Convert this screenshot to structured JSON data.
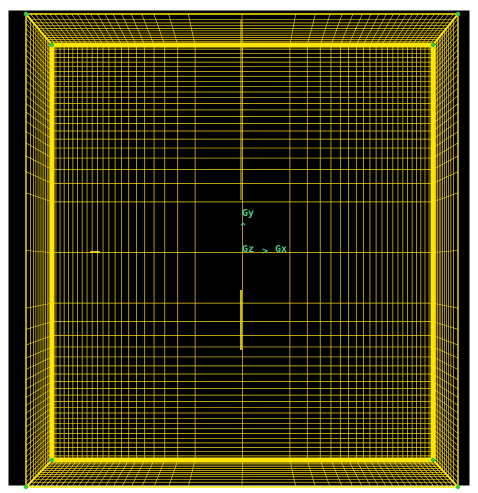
{
  "viewer": {
    "background_color": "#000000",
    "border_color": "#ffffff",
    "mesh_color": "#f2d21a",
    "mesh_bright_color": "#ffe600",
    "node_color": "#2ecc40",
    "axis_color": "#44d08a"
  },
  "axes": {
    "y_label": "Gy",
    "z_label": "Gz",
    "x_label": "Gx",
    "y_arrow": "^",
    "x_arrow": ">"
  }
}
